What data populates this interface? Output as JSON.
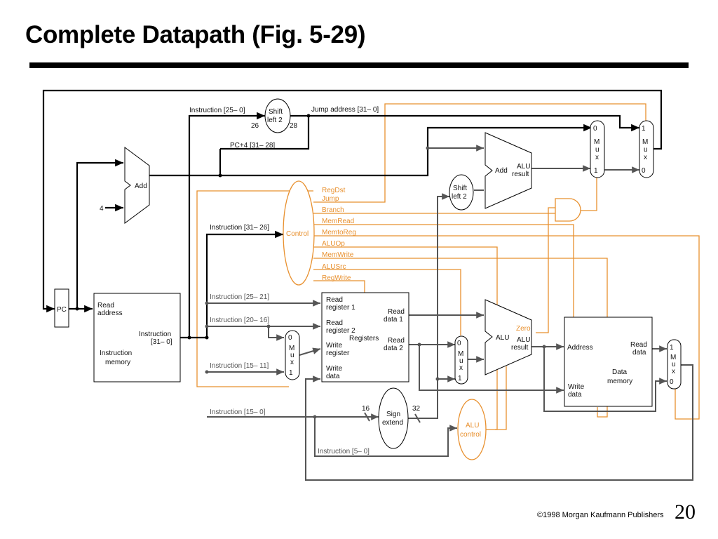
{
  "slide": {
    "title": "Complete Datapath (Fig. 5-29)",
    "copyright": "©1998 Morgan Kaufmann Publishers",
    "page_number": "20"
  },
  "colors": {
    "datapath": "#000000",
    "control": "#e8902e",
    "secondary": "#555555"
  },
  "blocks": {
    "pc": "PC",
    "imem_read": "Read",
    "imem_address": "address",
    "imem_instr_a": "Instruction",
    "imem_instr_b": "[31– 0]",
    "imem_name_a": "Instruction",
    "imem_name_b": "memory",
    "add_pc": "Add",
    "const_four": "4",
    "shift_top_a": "Shift",
    "shift_top_b": "left 2",
    "shift_mid_a": "Shift",
    "shift_mid_b": "left 2",
    "control": "Control",
    "add_branch": "Add",
    "add_branch_result_a": "ALU",
    "add_branch_result_b": "result",
    "reg_read1_a": "Read",
    "reg_read1_b": "register 1",
    "reg_read2_a": "Read",
    "reg_read2_b": "register 2",
    "reg_write_a": "Write",
    "reg_write_b": "register",
    "reg_wdata_a": "Write",
    "reg_wdata_b": "data",
    "reg_rdata1_a": "Read",
    "reg_rdata1_b": "data 1",
    "reg_rdata2_a": "Read",
    "reg_rdata2_b": "data 2",
    "registers": "Registers",
    "alu": "ALU",
    "alu_result_a": "ALU",
    "alu_result_b": "result",
    "zero": "Zero",
    "dmem_address": "Address",
    "dmem_read_a": "Read",
    "dmem_read_b": "data",
    "dmem_name_a": "Data",
    "dmem_name_b": "memory",
    "dmem_write_a": "Write",
    "dmem_write_b": "data",
    "sign_extend_a": "Sign",
    "sign_extend_b": "extend",
    "alu_control_a": "ALU",
    "alu_control_b": "control",
    "mux_letter_m": "M",
    "mux_letter_u": "u",
    "mux_letter_x": "x",
    "zero_digit": "0",
    "one_digit": "1"
  },
  "wire_labels": {
    "instr_25_0": "Instruction [25– 0]",
    "jump_address": "Jump address [31– 0]",
    "pc4_31_28": "PC+4 [31– 28]",
    "instr_31_26": "Instruction [31– 26]",
    "instr_25_21": "Instruction [25– 21]",
    "instr_20_16": "Instruction [20– 16]",
    "instr_15_11": "Instruction [15– 11]",
    "instr_15_0": "Instruction [15– 0]",
    "instr_5_0": "Instruction [5– 0]",
    "w26": "26",
    "w28": "28",
    "w16": "16",
    "w32": "32"
  },
  "control_signals": [
    "RegDst",
    "Jump",
    "Branch",
    "MemRead",
    "MemtoReg",
    "ALUOp",
    "MemWrite",
    "ALUSrc",
    "RegWrite"
  ]
}
